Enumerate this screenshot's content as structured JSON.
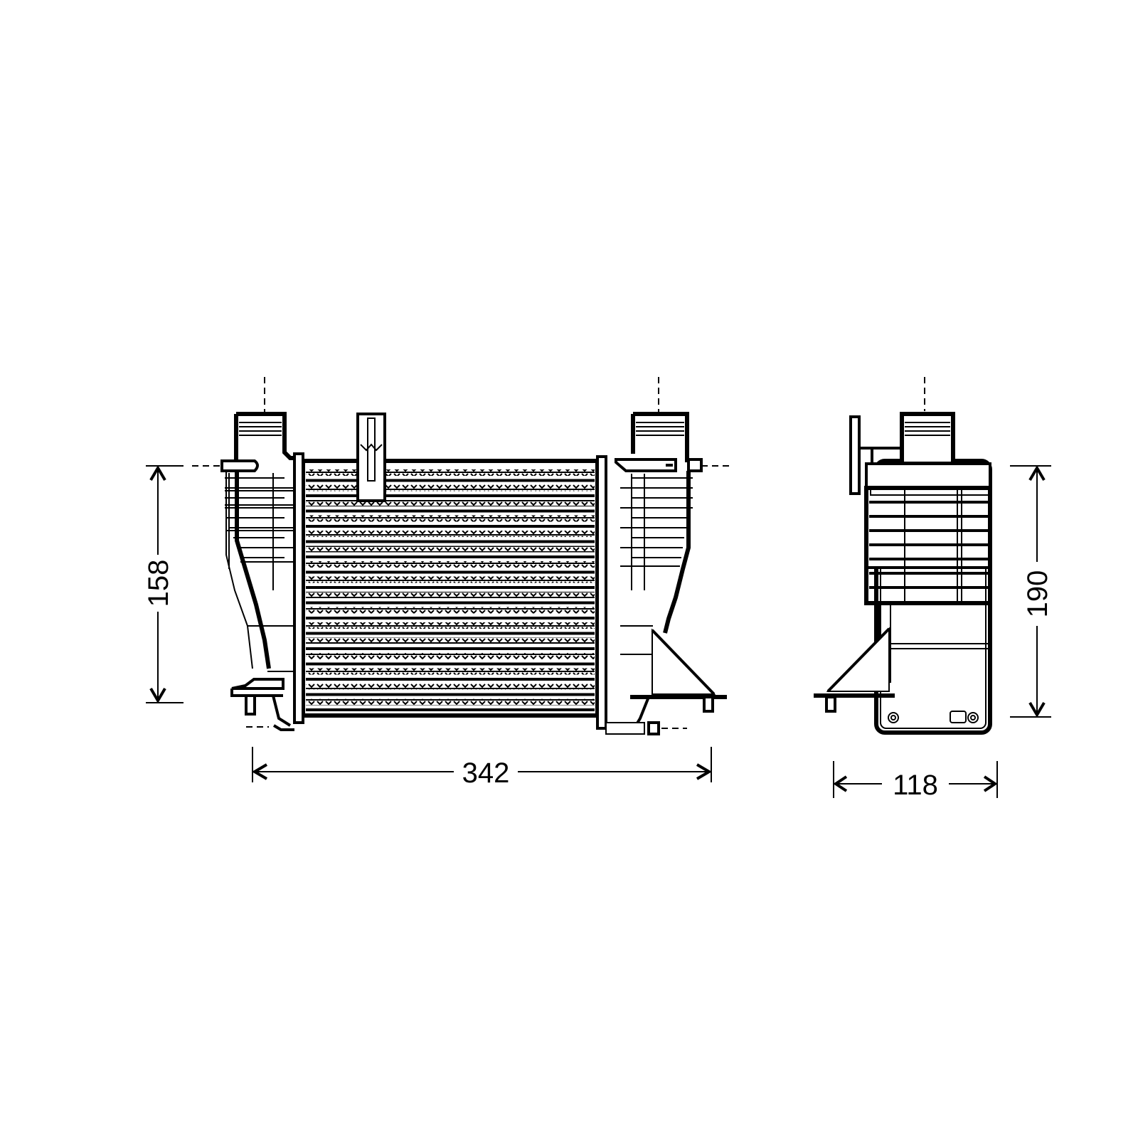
{
  "drawing": {
    "subject": "Intercooler technical drawing",
    "views": [
      "front-view",
      "side-view"
    ],
    "line_color": "#000000",
    "background": "#ffffff"
  },
  "dimensions": {
    "width_front": "342",
    "height_front": "158",
    "height_side": "190",
    "depth_side": "118"
  },
  "core": {
    "fin_rows": 16
  }
}
